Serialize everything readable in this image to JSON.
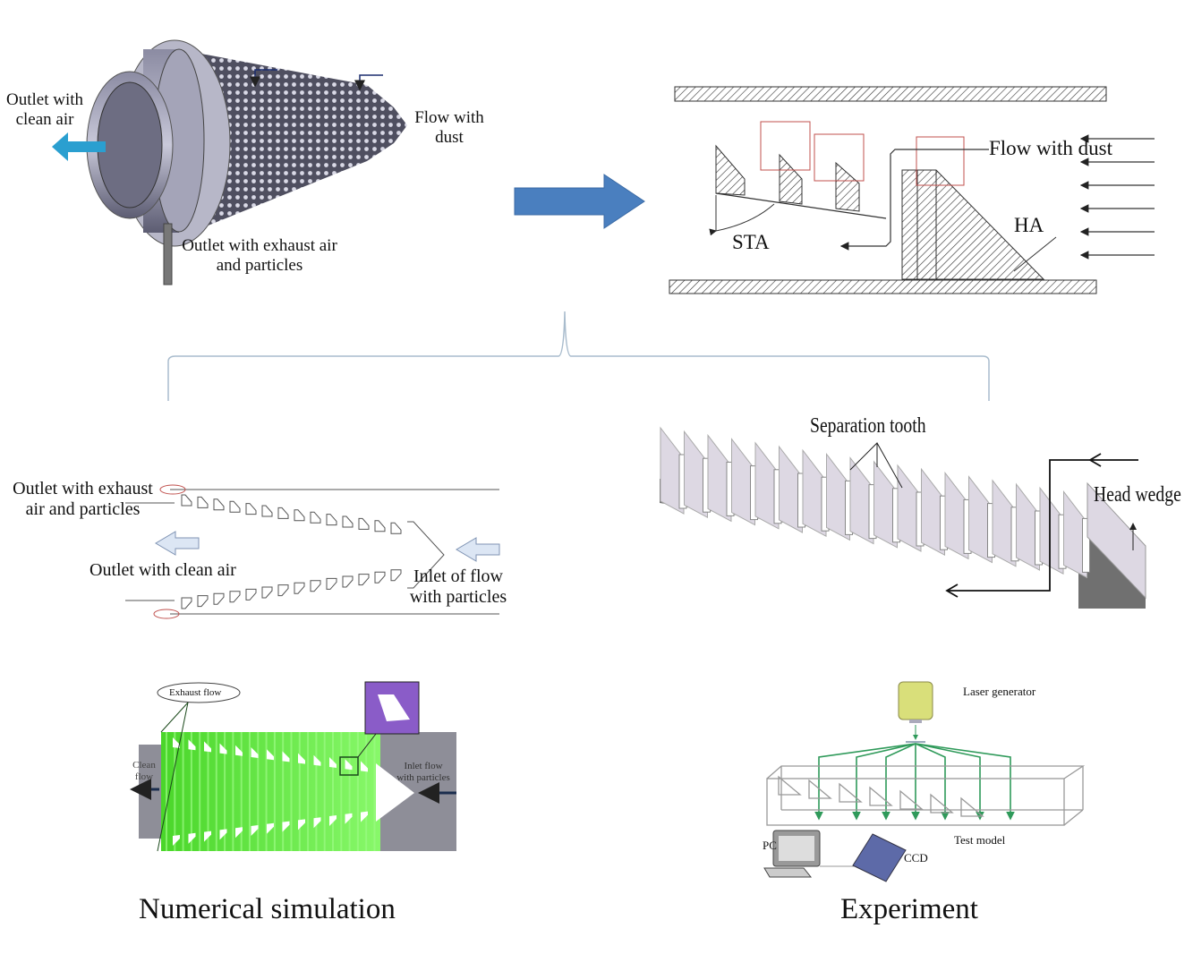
{
  "panels": {
    "filter_3d": {
      "outlet_clean": [
        "Outlet with",
        "clean air"
      ],
      "flow_dust": [
        "Flow with",
        "dust"
      ],
      "outlet_exhaust": [
        "Outlet with exhaust air",
        "and particles"
      ]
    },
    "cross_section": {
      "flow_dust": "Flow with dust",
      "sta": "STA",
      "ha": "HA"
    },
    "schematic_2d": {
      "outlet_exhaust": [
        "Outlet with exhaust",
        "air and particles"
      ],
      "outlet_clean": "Outlet with clean air",
      "inlet": [
        "Inlet of flow",
        "with particles"
      ]
    },
    "model_3d": {
      "separation_tooth": "Separation tooth",
      "head_wedge": "Head wedge"
    },
    "simulation": {
      "exhaust_flow": "Exhaust flow",
      "clean_flow": [
        "Clean",
        "flow"
      ],
      "inlet_flow": [
        "Inlet flow",
        "with particles"
      ],
      "caption": "Numerical simulation"
    },
    "experiment": {
      "laser": "Laser generator",
      "test_model": "Test  model",
      "pc": "PC",
      "ccd": "CCD",
      "caption": "Experiment"
    }
  },
  "colors": {
    "big_arrow": "#4a7fbf",
    "clean_arrow": "#2a9fd0",
    "red_box": "#c0504d",
    "sim_green": "#66ee44",
    "sim_gray": "#8e8e98",
    "sim_purple": "#8a5cc8",
    "laser_yellow": "#d9df7a",
    "laser_green": "#2f9a5a",
    "ccd_blue": "#5d6aa8",
    "bracket": "#a9bccd"
  }
}
